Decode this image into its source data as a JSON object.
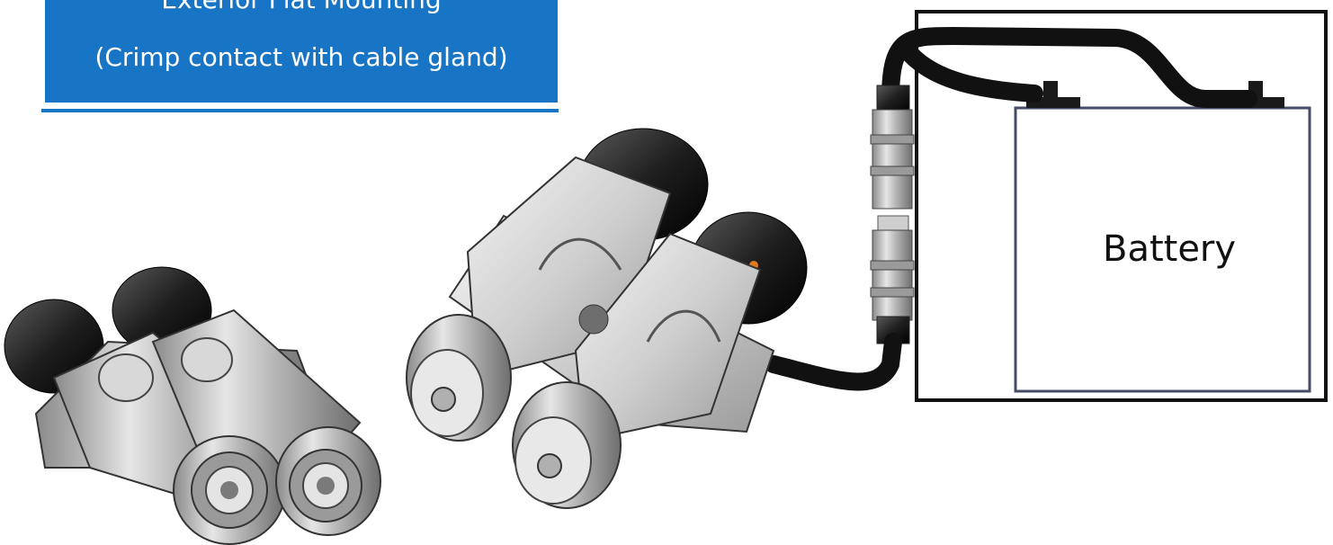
{
  "banner": {
    "title": "Exterior Flat Mounting",
    "subtitle": "(Crimp contact with cable gland)",
    "color": "#1874c4"
  },
  "battery": {
    "label": "Battery"
  },
  "illustrations": {
    "left_connector_pair": "crimp-connector-pair-icon",
    "middle_connector_pair": "flat-mount-connector-pair-icon",
    "inline_connector": "inline-connector-icon"
  }
}
